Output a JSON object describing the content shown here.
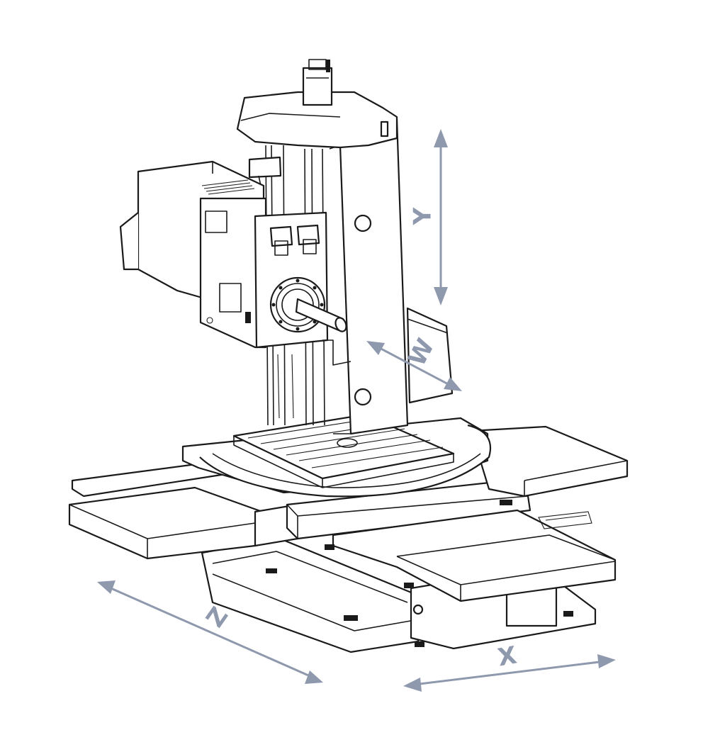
{
  "axes": {
    "y": {
      "label": "Y"
    },
    "w": {
      "label": "W"
    },
    "z": {
      "label": "Z"
    },
    "x": {
      "label": "X"
    }
  },
  "colors": {
    "axis": "#8f99ad",
    "line": "#1a1a1a",
    "background": "#ffffff"
  }
}
